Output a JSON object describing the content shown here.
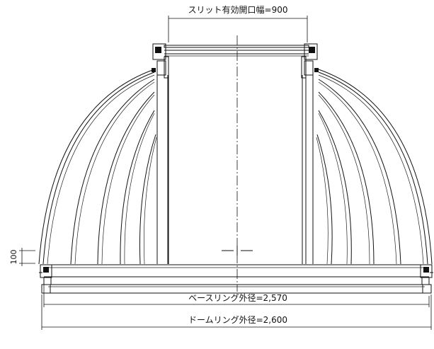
{
  "dimensions": {
    "slit_width_label": "スリット有効開口幅=900",
    "base_ring_label": "ベースリング外径=2,570",
    "dome_ring_label": "ドームリング外径=2,600",
    "height_label": "100"
  }
}
